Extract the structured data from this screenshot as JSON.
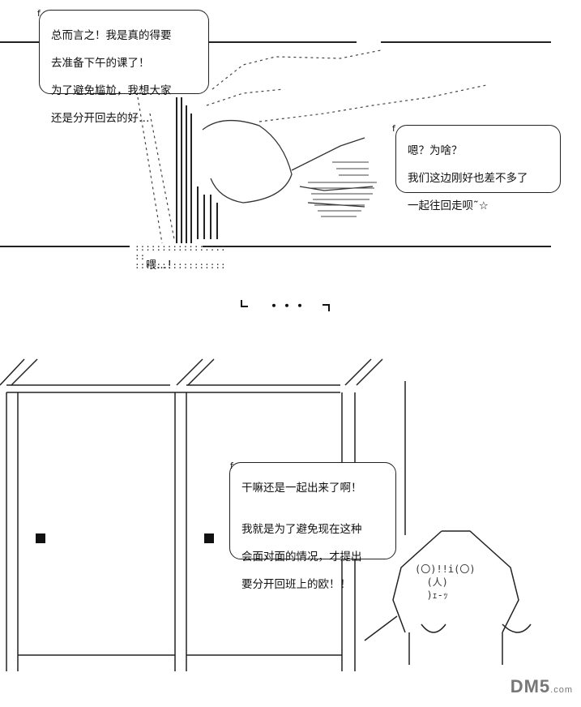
{
  "panel1": {
    "bubble_left": {
      "tag": "f",
      "lines": [
        "总而言之！我是真的得要",
        "去准备下午的课了！",
        "为了避免尴尬，我想大家",
        "还是分开回去的好…"
      ]
    },
    "bubble_right": {
      "tag": "f",
      "lines": [
        "嗯？为啥？",
        "我们这边刚好也差不多了",
        "一起往回走呗˜☆"
      ]
    },
    "shout": "喂…！"
  },
  "ellipsis": "・・・",
  "panel2": {
    "bubble": {
      "tag": "f",
      "lines": [
        "干嘛还是一起出来了啊！",
        "",
        "我就是为了避免现在这种",
        "会面对面的情况，才提出",
        "要分开回班上的欧！！"
      ]
    },
    "face": "(〇)!!i(〇)\n  (人)\n  )ｪ-ｯ"
  },
  "watermark": {
    "text": "DM5",
    "suffix": ".com"
  }
}
